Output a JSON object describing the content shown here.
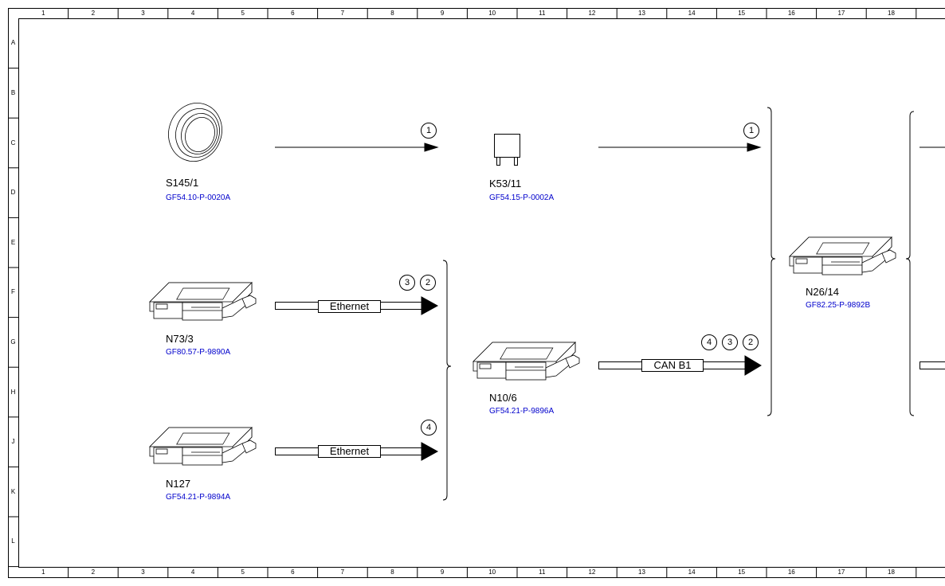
{
  "frame": {
    "columns": [
      "1",
      "2",
      "3",
      "4",
      "5",
      "6",
      "7",
      "8",
      "9",
      "10",
      "11",
      "12",
      "13",
      "14",
      "15",
      "16",
      "17",
      "18"
    ],
    "rows": [
      "A",
      "B",
      "C",
      "D",
      "E",
      "F",
      "G",
      "H",
      "J",
      "K",
      "L"
    ]
  },
  "components": {
    "s145": {
      "label": "S145/1",
      "ref": "GF54.10-P-0020A",
      "icon": "switch-ring-icon"
    },
    "k53": {
      "label": "K53/11",
      "ref": "GF54.15-P-0002A",
      "icon": "relay-icon"
    },
    "n73": {
      "label": "N73/3",
      "ref": "GF80.57-P-9890A",
      "icon": "control-unit-icon"
    },
    "n127": {
      "label": "N127",
      "ref": "GF54.21-P-9894A",
      "icon": "control-unit-icon"
    },
    "n10": {
      "label": "N10/6",
      "ref": "GF54.21-P-9896A",
      "icon": "control-unit-icon"
    },
    "n26": {
      "label": "N26/14",
      "ref": "GF82.25-P-9892B",
      "icon": "control-unit-icon"
    }
  },
  "connections": {
    "s145_k53": {
      "markers": [
        "1"
      ]
    },
    "k53_n26": {
      "markers": [
        "1"
      ]
    },
    "n73_bus": {
      "bus": "Ethernet",
      "markers": [
        "3",
        "2"
      ]
    },
    "n127_bus": {
      "bus": "Ethernet",
      "markers": [
        "4"
      ]
    },
    "n10_bus": {
      "bus": "CAN B1",
      "markers": [
        "4",
        "3",
        "2"
      ]
    }
  },
  "colors": {
    "link": "#0000cc",
    "line": "#000000"
  }
}
